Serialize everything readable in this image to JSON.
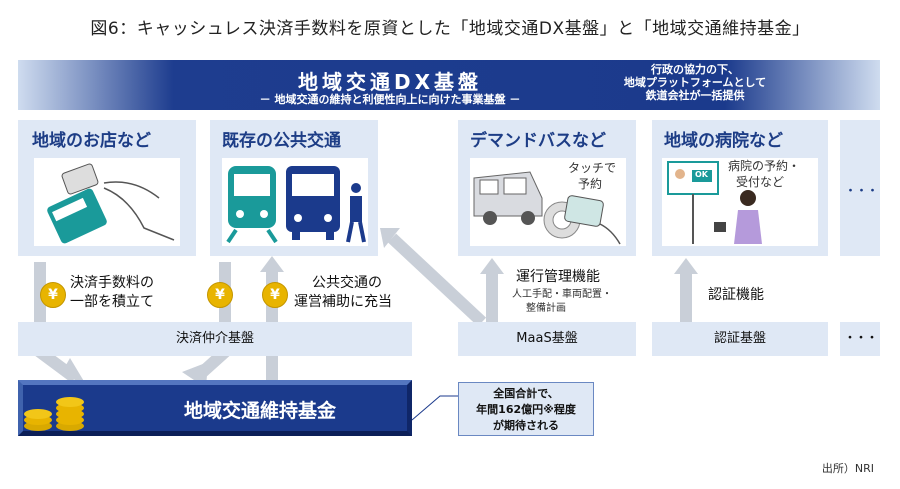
{
  "title": "図6：キャッシュレス決済手数料を原資とした「地域交通DX基盤」と「地域交通維持基金」",
  "banner": {
    "title": "地域交通DX基盤",
    "subtitle": "－ 地域交通の維持と利便性向上に向けた事業基盤 －",
    "note_lines": [
      "行政の協力の下、",
      "地域プラットフォームとして",
      "鉄道会社が一括提供"
    ]
  },
  "panels": [
    {
      "title": "地域のお店など"
    },
    {
      "title": "既存の公共交通"
    },
    {
      "title": "デマンドバスなど",
      "caption_lines": [
        "タッチで",
        "予約"
      ]
    },
    {
      "title": "地域の病院など",
      "caption_lines": [
        "病院の予約・",
        "受付など"
      ],
      "badge": "OK"
    },
    {
      "title": "・・・"
    }
  ],
  "flows": {
    "fee_lines": [
      "決済手数料の",
      "一部を積立て"
    ],
    "subsidy_lines": [
      "公共交通の",
      "運営補助に充当"
    ],
    "ops_title": "運行管理機能",
    "ops_lines": [
      "人工手配・車両配置・",
      "整備計画"
    ],
    "auth_title": "認証機能",
    "yen_symbol": "¥"
  },
  "bars": {
    "payment": "決済仲介基盤",
    "maas": "MaaS基盤",
    "auth": "認証基盤",
    "more": "・・・"
  },
  "fund": {
    "label": "地域交通維持基金"
  },
  "callout": {
    "lines": [
      "全国合計で、",
      "年間162億円※程度",
      "が期待される"
    ]
  },
  "source": "出所）NRI",
  "colors": {
    "navy": "#1b3a8c",
    "panel": "#dfe8f5",
    "teal": "#1a9a9a",
    "coin": "#e8b400",
    "arrow": "#c9cfd8"
  }
}
